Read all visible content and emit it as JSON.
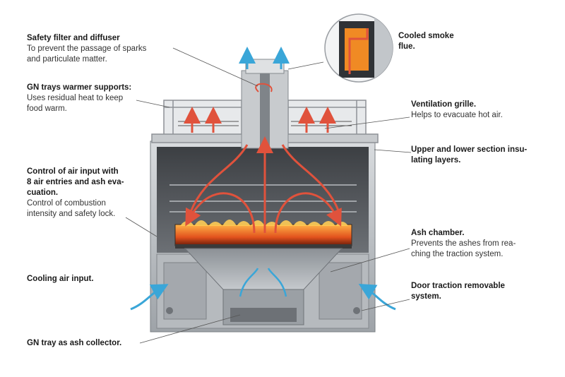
{
  "labels": {
    "safety_filter": {
      "title": "Safety filter and diffuser",
      "desc1": "To prevent the passage of sparks",
      "desc2": "and particulate matter."
    },
    "gn_supports": {
      "title": "GN trays warmer supports:",
      "desc1": "Uses residual heat to keep",
      "desc2": "food warm."
    },
    "air_control": {
      "title1": "Control of air input with",
      "title2": "8 air entries and ash eva-",
      "title3": "cuation.",
      "desc1": "Control of combustion",
      "desc2": "intensity and safety lock."
    },
    "cooling_air": {
      "title": "Cooling air input."
    },
    "gn_ash": {
      "title": "GN tray as ash collector."
    },
    "cooled_flue": {
      "title1": "Cooled smoke",
      "title2": "flue."
    },
    "ventilation": {
      "title": "Ventilation grille.",
      "desc": "Helps to evacuate hot air."
    },
    "insulating": {
      "title1": "Upper and lower section insu-",
      "title2": "lating layers."
    },
    "ash_chamber": {
      "title": "Ash chamber.",
      "desc1": "Prevents the ashes from rea-",
      "desc2": "ching the traction system."
    },
    "door_traction": {
      "title1": "Door traction removable",
      "title2": "system."
    }
  },
  "colors": {
    "hot_air": "#e0523c",
    "cool_air": "#3aa6d8",
    "steel": "#9aa0a6",
    "steel_dark": "#5d6166",
    "fire": "#f08a24"
  }
}
